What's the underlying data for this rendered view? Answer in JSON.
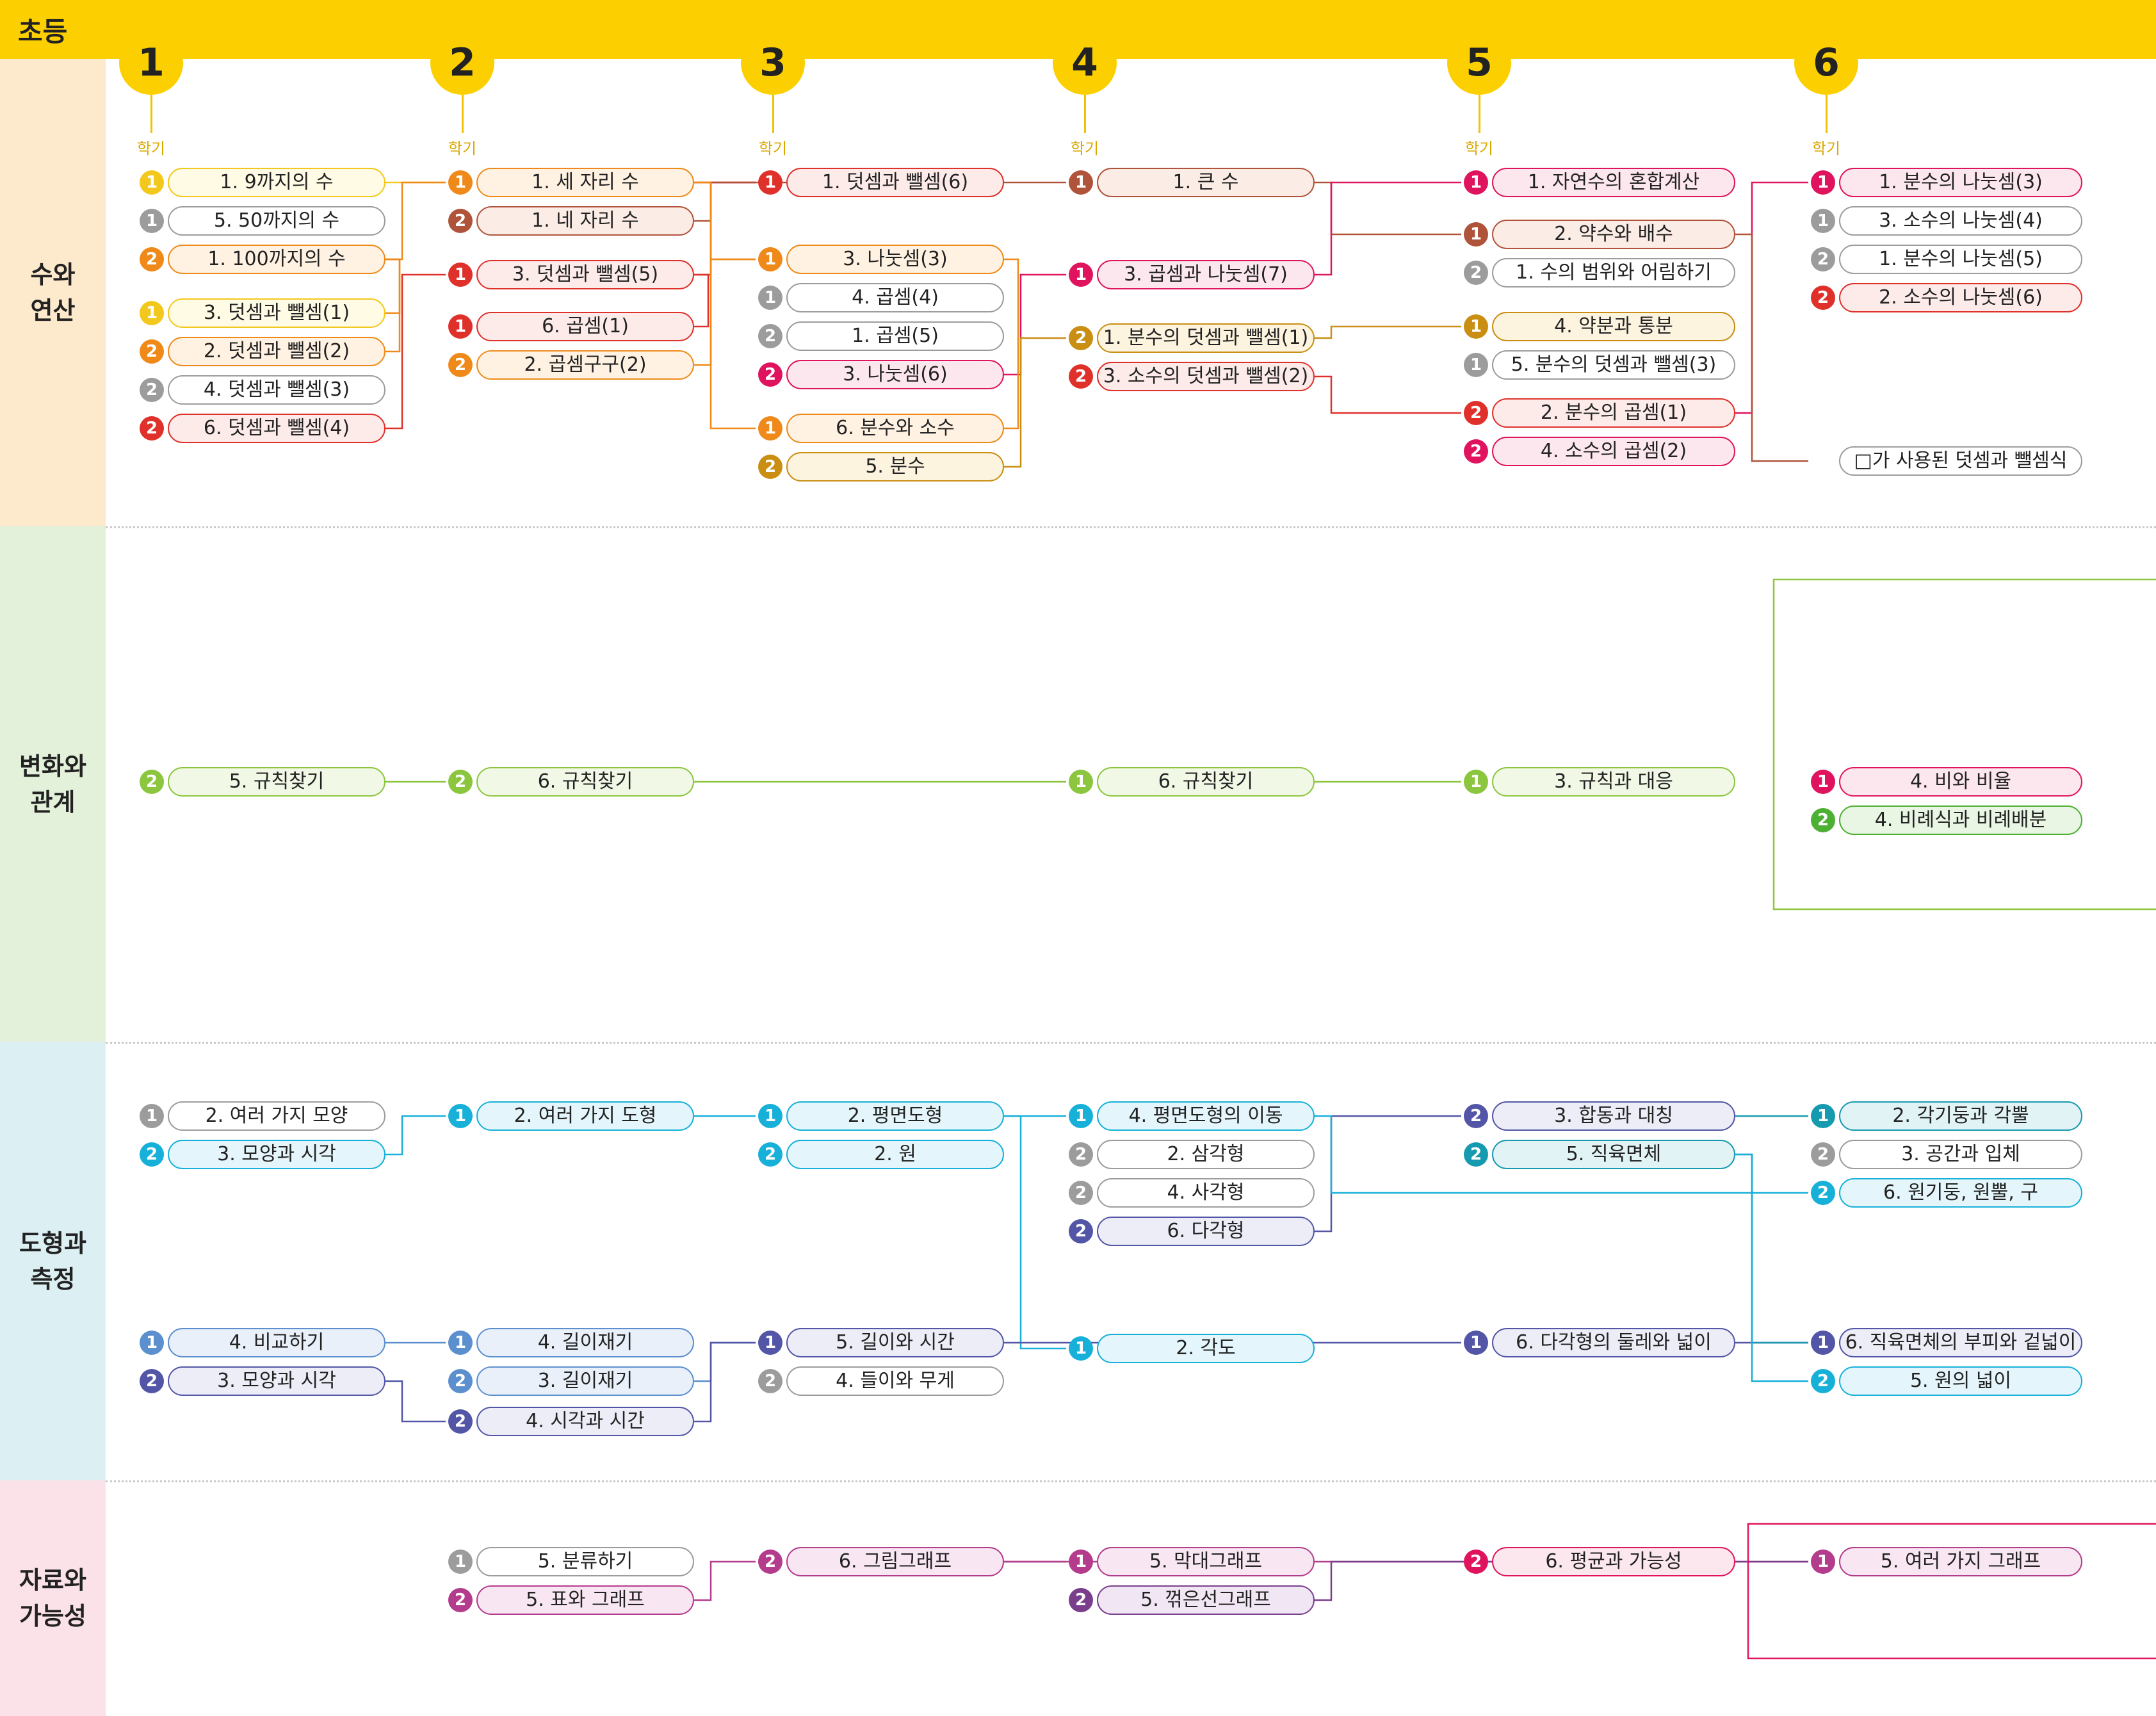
{
  "title": "초등",
  "semester_label": "학기",
  "grades": [
    "1",
    "2",
    "3",
    "4",
    "5",
    "6"
  ],
  "sections": [
    {
      "id": "num",
      "label": "수와\n연산",
      "bg": "#fde9cc"
    },
    {
      "id": "chg",
      "label": "변화와\n관계",
      "bg": "#e3f0da"
    },
    {
      "id": "shp",
      "label": "도형과\n측정",
      "bg": "#dcf0f4"
    },
    {
      "id": "dat",
      "label": "자료와\n가능성",
      "bg": "#fbe1e8"
    }
  ],
  "units": [
    {
      "id": "a1",
      "col": 0,
      "row": 0,
      "sem": "1",
      "label": "1. 9까지의 수",
      "theme": "yellow"
    },
    {
      "id": "a2",
      "col": 0,
      "row": 1,
      "sem": "1",
      "label": "5. 50까지의 수",
      "theme": "gray"
    },
    {
      "id": "a3",
      "col": 0,
      "row": 2,
      "sem": "2",
      "label": "1. 100까지의 수",
      "theme": "orange"
    },
    {
      "id": "a4",
      "col": 0,
      "row": 3.4,
      "sem": "1",
      "label": "3. 덧셈과 뺄셈(1)",
      "theme": "yellow"
    },
    {
      "id": "a5",
      "col": 0,
      "row": 4.4,
      "sem": "2",
      "label": "2. 덧셈과 뺄셈(2)",
      "theme": "orange"
    },
    {
      "id": "a6",
      "col": 0,
      "row": 5.4,
      "sem": "2",
      "label": "4. 덧셈과 뺄셈(3)",
      "theme": "gray"
    },
    {
      "id": "a7",
      "col": 0,
      "row": 6.4,
      "sem": "2",
      "label": "6. 덧셈과 뺄셈(4)",
      "theme": "red"
    },
    {
      "id": "b1",
      "col": 1,
      "row": 0,
      "sem": "1",
      "label": "1. 세 자리 수",
      "theme": "orange"
    },
    {
      "id": "b2",
      "col": 1,
      "row": 1,
      "sem": "2",
      "label": "1. 네 자리 수",
      "theme": "brown"
    },
    {
      "id": "b3",
      "col": 1,
      "row": 2.4,
      "sem": "1",
      "label": "3. 덧셈과 뺄셈(5)",
      "theme": "red"
    },
    {
      "id": "b4",
      "col": 1,
      "row": 3.75,
      "sem": "1",
      "label": "6. 곱셈(1)",
      "theme": "red"
    },
    {
      "id": "b5",
      "col": 1,
      "row": 4.75,
      "sem": "2",
      "label": "2. 곱셈구구(2)",
      "theme": "orange"
    },
    {
      "id": "c1",
      "col": 2,
      "row": 0,
      "sem": "1",
      "label": "1. 덧셈과 뺄셈(6)",
      "theme": "red"
    },
    {
      "id": "c2",
      "col": 2,
      "row": 2,
      "sem": "1",
      "label": "3. 나눗셈(3)",
      "theme": "orange"
    },
    {
      "id": "c3",
      "col": 2,
      "row": 3,
      "sem": "1",
      "label": "4. 곱셈(4)",
      "theme": "gray"
    },
    {
      "id": "c4",
      "col": 2,
      "row": 4,
      "sem": "2",
      "label": "1. 곱셈(5)",
      "theme": "gray"
    },
    {
      "id": "c5",
      "col": 2,
      "row": 5,
      "sem": "2",
      "label": "3. 나눗셈(6)",
      "theme": "pink"
    },
    {
      "id": "c6",
      "col": 2,
      "row": 6.4,
      "sem": "1",
      "label": "6. 분수와 소수",
      "theme": "orange"
    },
    {
      "id": "c7",
      "col": 2,
      "row": 7.4,
      "sem": "2",
      "label": "5. 분수",
      "theme": "ochre"
    },
    {
      "id": "d1",
      "col": 3,
      "row": 0,
      "sem": "1",
      "label": "1. 큰 수",
      "theme": "brown"
    },
    {
      "id": "d2",
      "col": 3,
      "row": 2.4,
      "sem": "1",
      "label": "3. 곱셈과 나눗셈(7)",
      "theme": "pink"
    },
    {
      "id": "d3",
      "col": 3,
      "row": 4.05,
      "sem": "2",
      "label": "1. 분수의 덧셈과 뺄셈(1)",
      "theme": "ochre"
    },
    {
      "id": "d4",
      "col": 3,
      "row": 5.05,
      "sem": "2",
      "label": "3. 소수의 덧셈과 뺄셈(2)",
      "theme": "red"
    },
    {
      "id": "e1",
      "col": 4,
      "row": 0,
      "sem": "1",
      "label": "1. 자연수의 혼합계산",
      "theme": "pink"
    },
    {
      "id": "e2",
      "col": 4,
      "row": 1.35,
      "sem": "1",
      "label": "2. 약수와 배수",
      "theme": "brown"
    },
    {
      "id": "e3",
      "col": 4,
      "row": 2.35,
      "sem": "2",
      "label": "1. 수의 범위와 어림하기",
      "theme": "gray"
    },
    {
      "id": "e4",
      "col": 4,
      "row": 3.75,
      "sem": "1",
      "label": "4. 약분과 통분",
      "theme": "ochre"
    },
    {
      "id": "e5",
      "col": 4,
      "row": 4.75,
      "sem": "1",
      "label": "5. 분수의 덧셈과 뺄셈(3)",
      "theme": "gray"
    },
    {
      "id": "e6",
      "col": 4,
      "row": 6.0,
      "sem": "2",
      "label": "2. 분수의 곱셈(1)",
      "theme": "red"
    },
    {
      "id": "e7",
      "col": 4,
      "row": 7.0,
      "sem": "2",
      "label": "4. 소수의 곱셈(2)",
      "theme": "pink"
    },
    {
      "id": "f1",
      "col": 5,
      "row": 0,
      "sem": "1",
      "label": "1. 분수의 나눗셈(3)",
      "theme": "pink"
    },
    {
      "id": "f2",
      "col": 5,
      "row": 1,
      "sem": "1",
      "label": "3. 소수의 나눗셈(4)",
      "theme": "gray"
    },
    {
      "id": "f3",
      "col": 5,
      "row": 2,
      "sem": "2",
      "label": "1. 분수의 나눗셈(5)",
      "theme": "gray"
    },
    {
      "id": "f4",
      "col": 5,
      "row": 3,
      "sem": "2",
      "label": "2. 소수의 나눗셈(6)",
      "theme": "red"
    },
    {
      "id": "f5",
      "col": 5,
      "row": 7.25,
      "sem": "",
      "label": "□가 사용된 덧셈과 뺄셈식",
      "theme": "plain"
    },
    {
      "id": "g1",
      "col": 0,
      "row": 15.6,
      "sem": "2",
      "label": "5. 규칙찾기",
      "theme": "lime"
    },
    {
      "id": "g2",
      "col": 1,
      "row": 15.6,
      "sem": "2",
      "label": "6. 규칙찾기",
      "theme": "lime"
    },
    {
      "id": "g3",
      "col": 3,
      "row": 15.6,
      "sem": "1",
      "label": "6. 규칙찾기",
      "theme": "lime"
    },
    {
      "id": "g4",
      "col": 4,
      "row": 15.6,
      "sem": "1",
      "label": "3. 규칙과 대응",
      "theme": "lime"
    },
    {
      "id": "g5",
      "col": 5,
      "row": 15.6,
      "sem": "1",
      "label": "4. 비와 비율",
      "theme": "pink"
    },
    {
      "id": "g6",
      "col": 5,
      "row": 16.6,
      "sem": "2",
      "label": "4. 비례식과 비례배분",
      "theme": "green"
    },
    {
      "id": "h1",
      "col": 0,
      "row": 24.3,
      "sem": "1",
      "label": "2. 여러 가지 모양",
      "theme": "gray"
    },
    {
      "id": "h2",
      "col": 0,
      "row": 25.3,
      "sem": "2",
      "label": "3. 모양과 시각",
      "theme": "cyan"
    },
    {
      "id": "h3",
      "col": 0,
      "row": 30.2,
      "sem": "1",
      "label": "4. 비교하기",
      "theme": "blue"
    },
    {
      "id": "h4",
      "col": 0,
      "row": 31.2,
      "sem": "2",
      "label": "3. 모양과 시각",
      "theme": "indigo"
    },
    {
      "id": "i1",
      "col": 1,
      "row": 24.3,
      "sem": "1",
      "label": "2. 여러 가지 도형",
      "theme": "cyan"
    },
    {
      "id": "i2",
      "col": 1,
      "row": 30.2,
      "sem": "1",
      "label": "4. 길이재기",
      "theme": "blue"
    },
    {
      "id": "i3",
      "col": 1,
      "row": 31.2,
      "sem": "2",
      "label": "3. 길이재기",
      "theme": "blue"
    },
    {
      "id": "i4",
      "col": 1,
      "row": 32.25,
      "sem": "2",
      "label": "4. 시각과 시간",
      "theme": "indigo"
    },
    {
      "id": "j1",
      "col": 2,
      "row": 24.3,
      "sem": "1",
      "label": "2. 평면도형",
      "theme": "cyan"
    },
    {
      "id": "j2",
      "col": 2,
      "row": 25.3,
      "sem": "2",
      "label": "2. 원",
      "theme": "cyan"
    },
    {
      "id": "j3",
      "col": 2,
      "row": 30.2,
      "sem": "1",
      "label": "5. 길이와 시간",
      "theme": "indigo"
    },
    {
      "id": "j4",
      "col": 2,
      "row": 31.2,
      "sem": "2",
      "label": "4. 들이와 무게",
      "theme": "gray"
    },
    {
      "id": "k1",
      "col": 3,
      "row": 24.3,
      "sem": "1",
      "label": "4. 평면도형의 이동",
      "theme": "cyan"
    },
    {
      "id": "k2",
      "col": 3,
      "row": 25.3,
      "sem": "2",
      "label": "2. 삼각형",
      "theme": "gray"
    },
    {
      "id": "k3",
      "col": 3,
      "row": 26.3,
      "sem": "2",
      "label": "4. 사각형",
      "theme": "gray"
    },
    {
      "id": "k4",
      "col": 3,
      "row": 27.3,
      "sem": "2",
      "label": "6. 다각형",
      "theme": "indigo"
    },
    {
      "id": "k5",
      "col": 3,
      "row": 30.35,
      "sem": "1",
      "label": "2. 각도",
      "theme": "cyan"
    },
    {
      "id": "l1",
      "col": 4,
      "row": 24.3,
      "sem": "2",
      "label": "3. 합동과 대칭",
      "theme": "indigo"
    },
    {
      "id": "l2",
      "col": 4,
      "row": 25.3,
      "sem": "2",
      "label": "5. 직육면체",
      "theme": "teal"
    },
    {
      "id": "l3",
      "col": 4,
      "row": 30.2,
      "sem": "1",
      "label": "6. 다각형의 둘레와 넓이",
      "theme": "indigo"
    },
    {
      "id": "m1",
      "col": 5,
      "row": 24.3,
      "sem": "1",
      "label": "2. 각기둥과 각뿔",
      "theme": "teal"
    },
    {
      "id": "m2",
      "col": 5,
      "row": 25.3,
      "sem": "2",
      "label": "3. 공간과 입체",
      "theme": "gray"
    },
    {
      "id": "m3",
      "col": 5,
      "row": 26.3,
      "sem": "2",
      "label": "6. 원기둥, 원뿔, 구",
      "theme": "cyan"
    },
    {
      "id": "m4",
      "col": 5,
      "row": 30.2,
      "sem": "1",
      "label": "6. 직육면체의 부피와 겉넓이",
      "theme": "indigo"
    },
    {
      "id": "m5",
      "col": 5,
      "row": 31.2,
      "sem": "2",
      "label": "5. 원의 넓이",
      "theme": "cyan"
    },
    {
      "id": "n1",
      "col": 1,
      "row": 35.9,
      "sem": "1",
      "label": "5. 분류하기",
      "theme": "gray"
    },
    {
      "id": "n2",
      "col": 1,
      "row": 36.9,
      "sem": "2",
      "label": "5. 표와 그래프",
      "theme": "magenta"
    },
    {
      "id": "n3",
      "col": 2,
      "row": 35.9,
      "sem": "2",
      "label": "6. 그림그래프",
      "theme": "magenta"
    },
    {
      "id": "n4",
      "col": 3,
      "row": 35.9,
      "sem": "1",
      "label": "5. 막대그래프",
      "theme": "magenta"
    },
    {
      "id": "n5",
      "col": 3,
      "row": 36.9,
      "sem": "2",
      "label": "5. 꺾은선그래프",
      "theme": "purple"
    },
    {
      "id": "n6",
      "col": 4,
      "row": 35.9,
      "sem": "2",
      "label": "6. 평균과 가능성",
      "theme": "pink"
    },
    {
      "id": "n7",
      "col": 5,
      "row": 35.9,
      "sem": "1",
      "label": "5. 여러 가지 그래프",
      "theme": "magenta"
    }
  ],
  "themes": {
    "yellow": {
      "stroke": "#f3c81c",
      "fill": "#fffbe4",
      "sem": "#f3c81c"
    },
    "gray": {
      "stroke": "#9c9c9c",
      "fill": "#ffffff",
      "sem": "#9c9c9c"
    },
    "orange": {
      "stroke": "#ef8a1a",
      "fill": "#fff2e2",
      "sem": "#ef8a1a"
    },
    "red": {
      "stroke": "#e0302a",
      "fill": "#fdebea",
      "sem": "#e0302a"
    },
    "brown": {
      "stroke": "#b0533b",
      "fill": "#fbece6",
      "sem": "#b0533b"
    },
    "pink": {
      "stroke": "#e0145e",
      "fill": "#fde7ee",
      "sem": "#e0145e"
    },
    "ochre": {
      "stroke": "#c98e12",
      "fill": "#fdf4e0",
      "sem": "#c98e12"
    },
    "lime": {
      "stroke": "#8cc63f",
      "fill": "#f1f8e6",
      "sem": "#8cc63f"
    },
    "green": {
      "stroke": "#4cb032",
      "fill": "#e9f6e4",
      "sem": "#4cb032"
    },
    "cyan": {
      "stroke": "#17b0d9",
      "fill": "#e4f6fb",
      "sem": "#17b0d9"
    },
    "blue": {
      "stroke": "#5b8fce",
      "fill": "#e9f0fa",
      "sem": "#5b8fce"
    },
    "indigo": {
      "stroke": "#5356a6",
      "fill": "#ecedf7",
      "sem": "#5356a6"
    },
    "teal": {
      "stroke": "#169ab0",
      "fill": "#e2f3f6",
      "sem": "#169ab0"
    },
    "magenta": {
      "stroke": "#b43c8c",
      "fill": "#f8e7f2",
      "sem": "#b43c8c"
    },
    "purple": {
      "stroke": "#7a3e8d",
      "fill": "#f1e7f4",
      "sem": "#7a3e8d"
    },
    "plain": {
      "stroke": "#9c9c9c",
      "fill": "#ffffff",
      "sem": "#9c9c9c"
    }
  },
  "links": [
    [
      "a1",
      "b1",
      "#f3c81c"
    ],
    [
      "a3",
      "b1",
      "#ef8a1a"
    ],
    [
      "a3",
      "a4",
      "#ef8a1a"
    ],
    [
      "a3",
      "a5",
      "#ef8a1a"
    ],
    [
      "a7",
      "b3",
      "#e0302a"
    ],
    [
      "b1",
      "c1",
      "#e0302a"
    ],
    [
      "b3",
      "c1",
      "#e0302a"
    ],
    [
      "b2",
      "d1",
      "#b0533b"
    ],
    [
      "b1",
      "c2",
      "#ef8a1a"
    ],
    [
      "b1",
      "c6",
      "#ef8a1a"
    ],
    [
      "b5",
      "c2",
      "#ef8a1a"
    ],
    [
      "b3",
      "b4",
      "#e0302a"
    ],
    [
      "c5",
      "d2",
      "#e0145e"
    ],
    [
      "d1",
      "e2",
      "#b0533b"
    ],
    [
      "d2",
      "e1",
      "#e0145e"
    ],
    [
      "c7",
      "d3",
      "#c98e12"
    ],
    [
      "d3",
      "e4",
      "#c98e12"
    ],
    [
      "d4",
      "e6",
      "#e0302a"
    ],
    [
      "e6",
      "f1",
      "#e0145e"
    ],
    [
      "e2",
      "f5",
      "#b0533b"
    ],
    [
      "c2",
      "c6",
      "#ef8a1a"
    ],
    [
      "g1",
      "g2",
      "#8cc63f"
    ],
    [
      "g2",
      "g3",
      "#8cc63f"
    ],
    [
      "g3",
      "g4",
      "#8cc63f"
    ],
    [
      "h2",
      "i1",
      "#17b0d9"
    ],
    [
      "i1",
      "j1",
      "#17b0d9"
    ],
    [
      "j1",
      "k1",
      "#17b0d9"
    ],
    [
      "j1",
      "k5",
      "#17b0d9"
    ],
    [
      "h3",
      "i2",
      "#5b8fce"
    ],
    [
      "h4",
      "i4",
      "#5356a6"
    ],
    [
      "i3",
      "j3",
      "#5b8fce"
    ],
    [
      "i4",
      "j3",
      "#5356a6"
    ],
    [
      "j3",
      "l3",
      "#5356a6"
    ],
    [
      "l1",
      "m1",
      "#169ab0"
    ],
    [
      "l3",
      "m4",
      "#5356a6"
    ],
    [
      "l2",
      "m4",
      "#169ab0"
    ],
    [
      "l2",
      "m5",
      "#17b0d9"
    ],
    [
      "k4",
      "l1",
      "#5356a6"
    ],
    [
      "k1",
      "m3",
      "#17b0d9"
    ],
    [
      "n2",
      "n3",
      "#b43c8c"
    ],
    [
      "n3",
      "n4",
      "#b43c8c"
    ],
    [
      "n3",
      "n7",
      "#b43c8c"
    ],
    [
      "n5",
      "n7",
      "#7a3e8d"
    ]
  ]
}
